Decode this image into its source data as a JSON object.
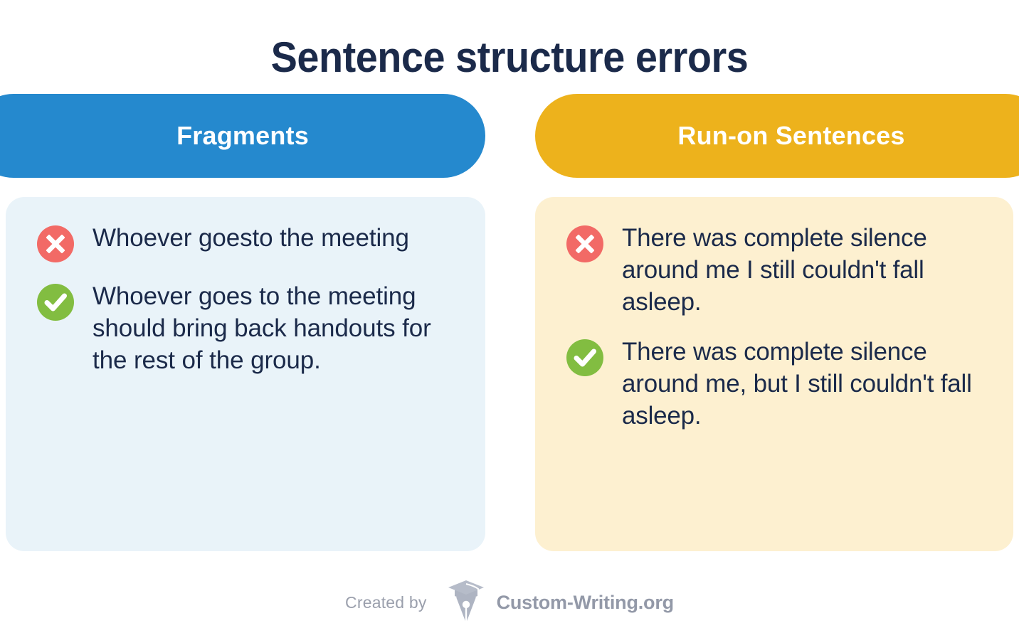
{
  "page": {
    "title": "Sentence structure errors",
    "title_color": "#1B2A4A",
    "background": "#FFFFFF"
  },
  "columns": [
    {
      "id": "fragments",
      "heading": "Fragments",
      "heading_bg": "#2589CE",
      "heading_color": "#FFFFFF",
      "panel_bg": "#E9F3F9",
      "examples": [
        {
          "status": "incorrect",
          "icon": "x-circle-icon",
          "icon_color": "#F26A66",
          "text": "Whoever goesto the meeting"
        },
        {
          "status": "correct",
          "icon": "check-circle-icon",
          "icon_color": "#82BD41",
          "text": "Whoever goes to the meeting should bring back handouts for the rest of the group."
        }
      ]
    },
    {
      "id": "run-on-sentences",
      "heading": "Run-on Sentences",
      "heading_bg": "#EDB21C",
      "heading_color": "#FFFFFF",
      "panel_bg": "#FDF0D0",
      "examples": [
        {
          "status": "incorrect",
          "icon": "x-circle-icon",
          "icon_color": "#F26A66",
          "text": "There was complete silence around me I still couldn't fall asleep."
        },
        {
          "status": "correct",
          "icon": "check-circle-icon",
          "icon_color": "#82BD41",
          "text": "There was complete silence around me, but I still couldn't fall asleep."
        }
      ]
    }
  ],
  "footer": {
    "created_by": "Created by",
    "logo_icon": "graduation-cap-pen-nib-icon",
    "brand": "Custom-Writing.org",
    "text_color": "#9399A8"
  }
}
